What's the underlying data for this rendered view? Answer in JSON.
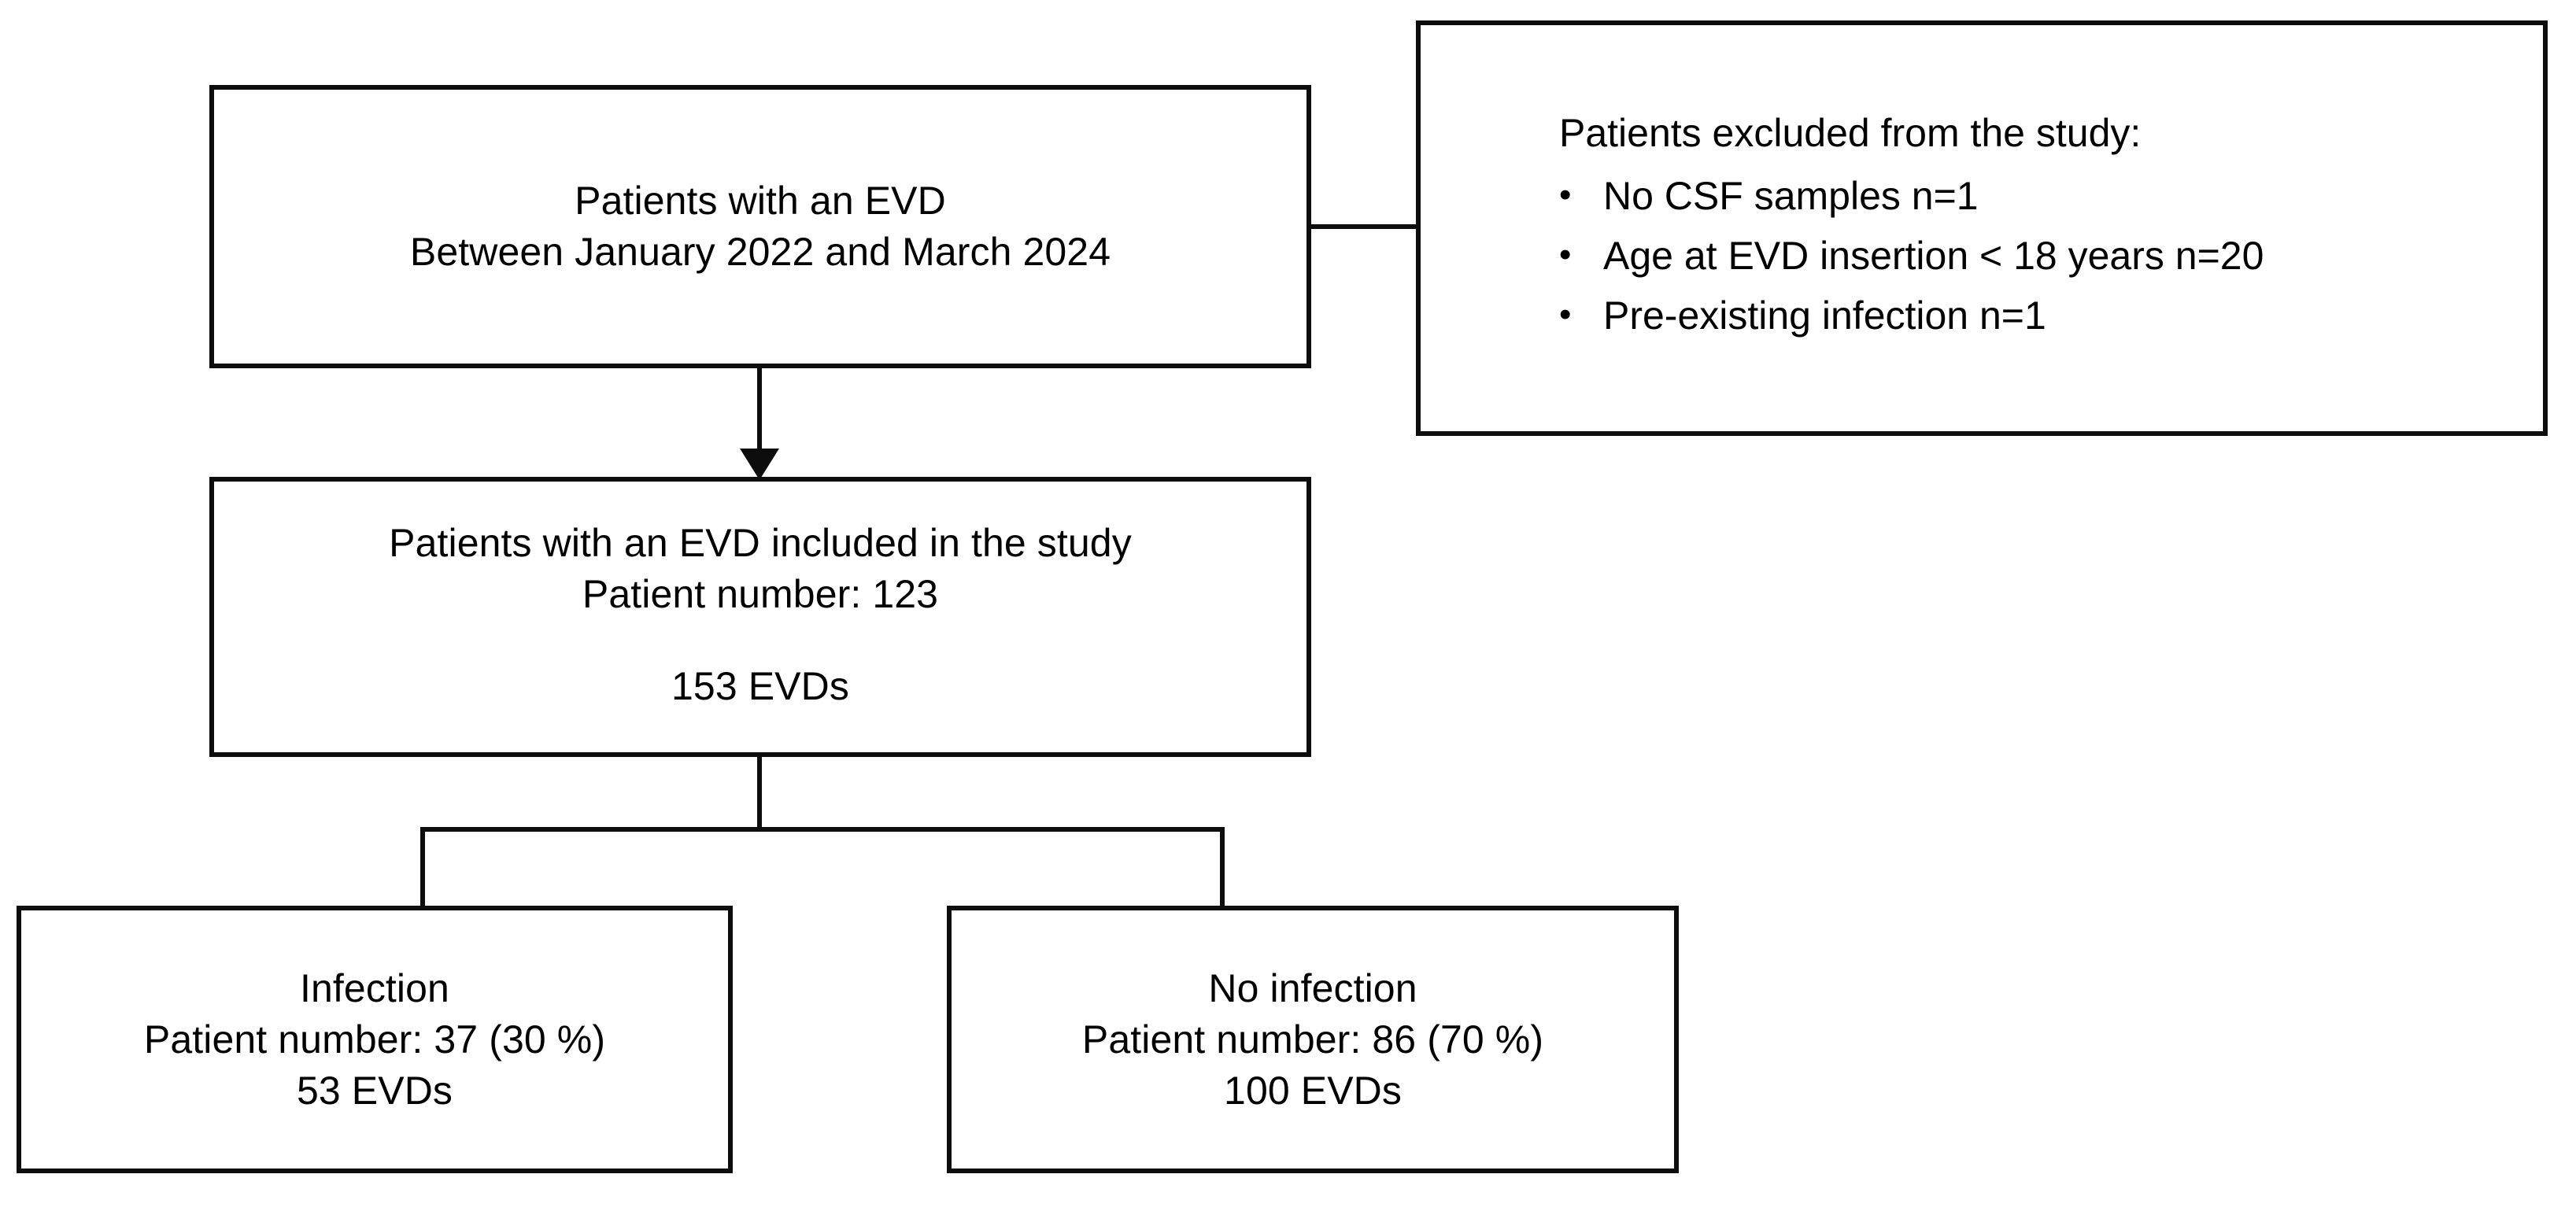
{
  "diagram": {
    "title": "EVD study patient flow diagram",
    "colors": {
      "stroke": "#0d0d0d",
      "background": "#ffffff",
      "text": "#000000"
    },
    "bullet_glyph": "•"
  },
  "nodes": {
    "source": {
      "line1": "Patients with an EVD",
      "line2": "Between January 2022 and March 2024"
    },
    "excluded": {
      "title": "Patients excluded from the study:",
      "items": [
        "No CSF samples n=1",
        "Age at EVD insertion < 18 years n=20",
        "Pre-existing infection n=1"
      ]
    },
    "included": {
      "line1": "Patients with an EVD included in the study",
      "line2": "Patient number: 123",
      "line3": "153 EVDs"
    },
    "infection": {
      "line1": "Infection",
      "line2": "Patient number: 37 (30 %)",
      "line3": "53 EVDs"
    },
    "no_infection": {
      "line1": "No infection",
      "line2": "Patient number: 86 (70 %)",
      "line3": "100 EVDs"
    }
  },
  "chart_data": {
    "type": "table",
    "title": "EVD study patient flow",
    "categories": [
      "Infection",
      "No infection"
    ],
    "patient_counts": [
      37,
      86
    ],
    "patient_percentages": [
      30,
      70
    ],
    "evd_counts": [
      53,
      100
    ],
    "total_patients": 123,
    "total_evds": 153,
    "excluded_counts": {
      "no_csf_samples": 1,
      "age_under_18": 20,
      "pre_existing_infection": 1
    },
    "period_start": "January 2022",
    "period_end": "March 2024"
  }
}
